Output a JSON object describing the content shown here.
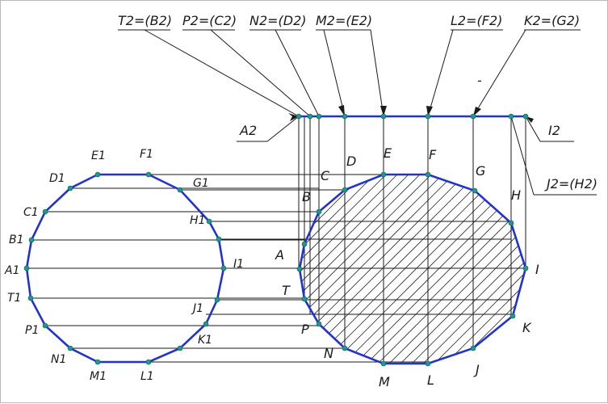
{
  "colors": {
    "contour": "#2233cc",
    "point": "#1f9a8a",
    "line": "#1a1a1a"
  },
  "top_labels": {
    "t2": "T2=(B2)",
    "p2": "P2=(C2)",
    "n2": "N2=(D2)",
    "m2": "M2=(E2)",
    "l2": "L2=(F2)",
    "k2": "K2=(G2)",
    "a2": "A2",
    "i2": "I2",
    "j2": "J2=(H2)",
    "dash": "-"
  },
  "circle_labels": {
    "a1": "A1",
    "b1": "B1",
    "c1": "C1",
    "d1": "D1",
    "e1": "E1",
    "f1": "F1",
    "g1": "G1",
    "h1": "H1",
    "i1": "I1",
    "j1": "J1",
    "k1": "K1",
    "l1": "L1",
    "m1": "M1",
    "n1": "N1",
    "p1": "P1",
    "t1": "T1"
  },
  "oval_labels": {
    "a": "A",
    "b": "B",
    "c": "C",
    "d": "D",
    "e": "E",
    "f": "F",
    "g": "G",
    "h": "H",
    "i": "I",
    "j": "J",
    "k": "K",
    "l": "L",
    "m": "M",
    "n": "N",
    "p": "P",
    "t": "T"
  }
}
